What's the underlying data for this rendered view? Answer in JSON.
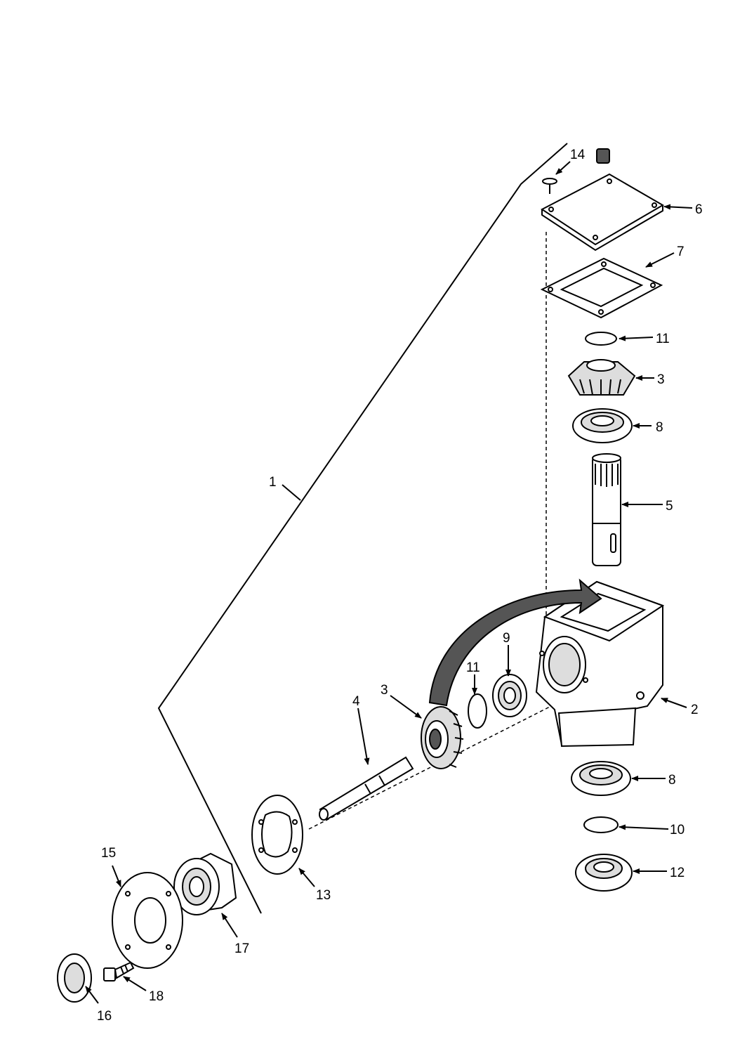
{
  "callouts": [
    {
      "id": "c1",
      "label": "1"
    },
    {
      "id": "c2",
      "label": "2"
    },
    {
      "id": "c3a",
      "label": "3"
    },
    {
      "id": "c3b",
      "label": "3"
    },
    {
      "id": "c4",
      "label": "4"
    },
    {
      "id": "c5",
      "label": "5"
    },
    {
      "id": "c6",
      "label": "6"
    },
    {
      "id": "c7",
      "label": "7"
    },
    {
      "id": "c8a",
      "label": "8"
    },
    {
      "id": "c8b",
      "label": "8"
    },
    {
      "id": "c9",
      "label": "9"
    },
    {
      "id": "c10",
      "label": "10"
    },
    {
      "id": "c11a",
      "label": "11"
    },
    {
      "id": "c11b",
      "label": "11"
    },
    {
      "id": "c12",
      "label": "12"
    },
    {
      "id": "c13",
      "label": "13"
    },
    {
      "id": "c14",
      "label": "14"
    },
    {
      "id": "c15",
      "label": "15"
    },
    {
      "id": "c16",
      "label": "16"
    },
    {
      "id": "c17",
      "label": "17"
    },
    {
      "id": "c18",
      "label": "18"
    }
  ]
}
